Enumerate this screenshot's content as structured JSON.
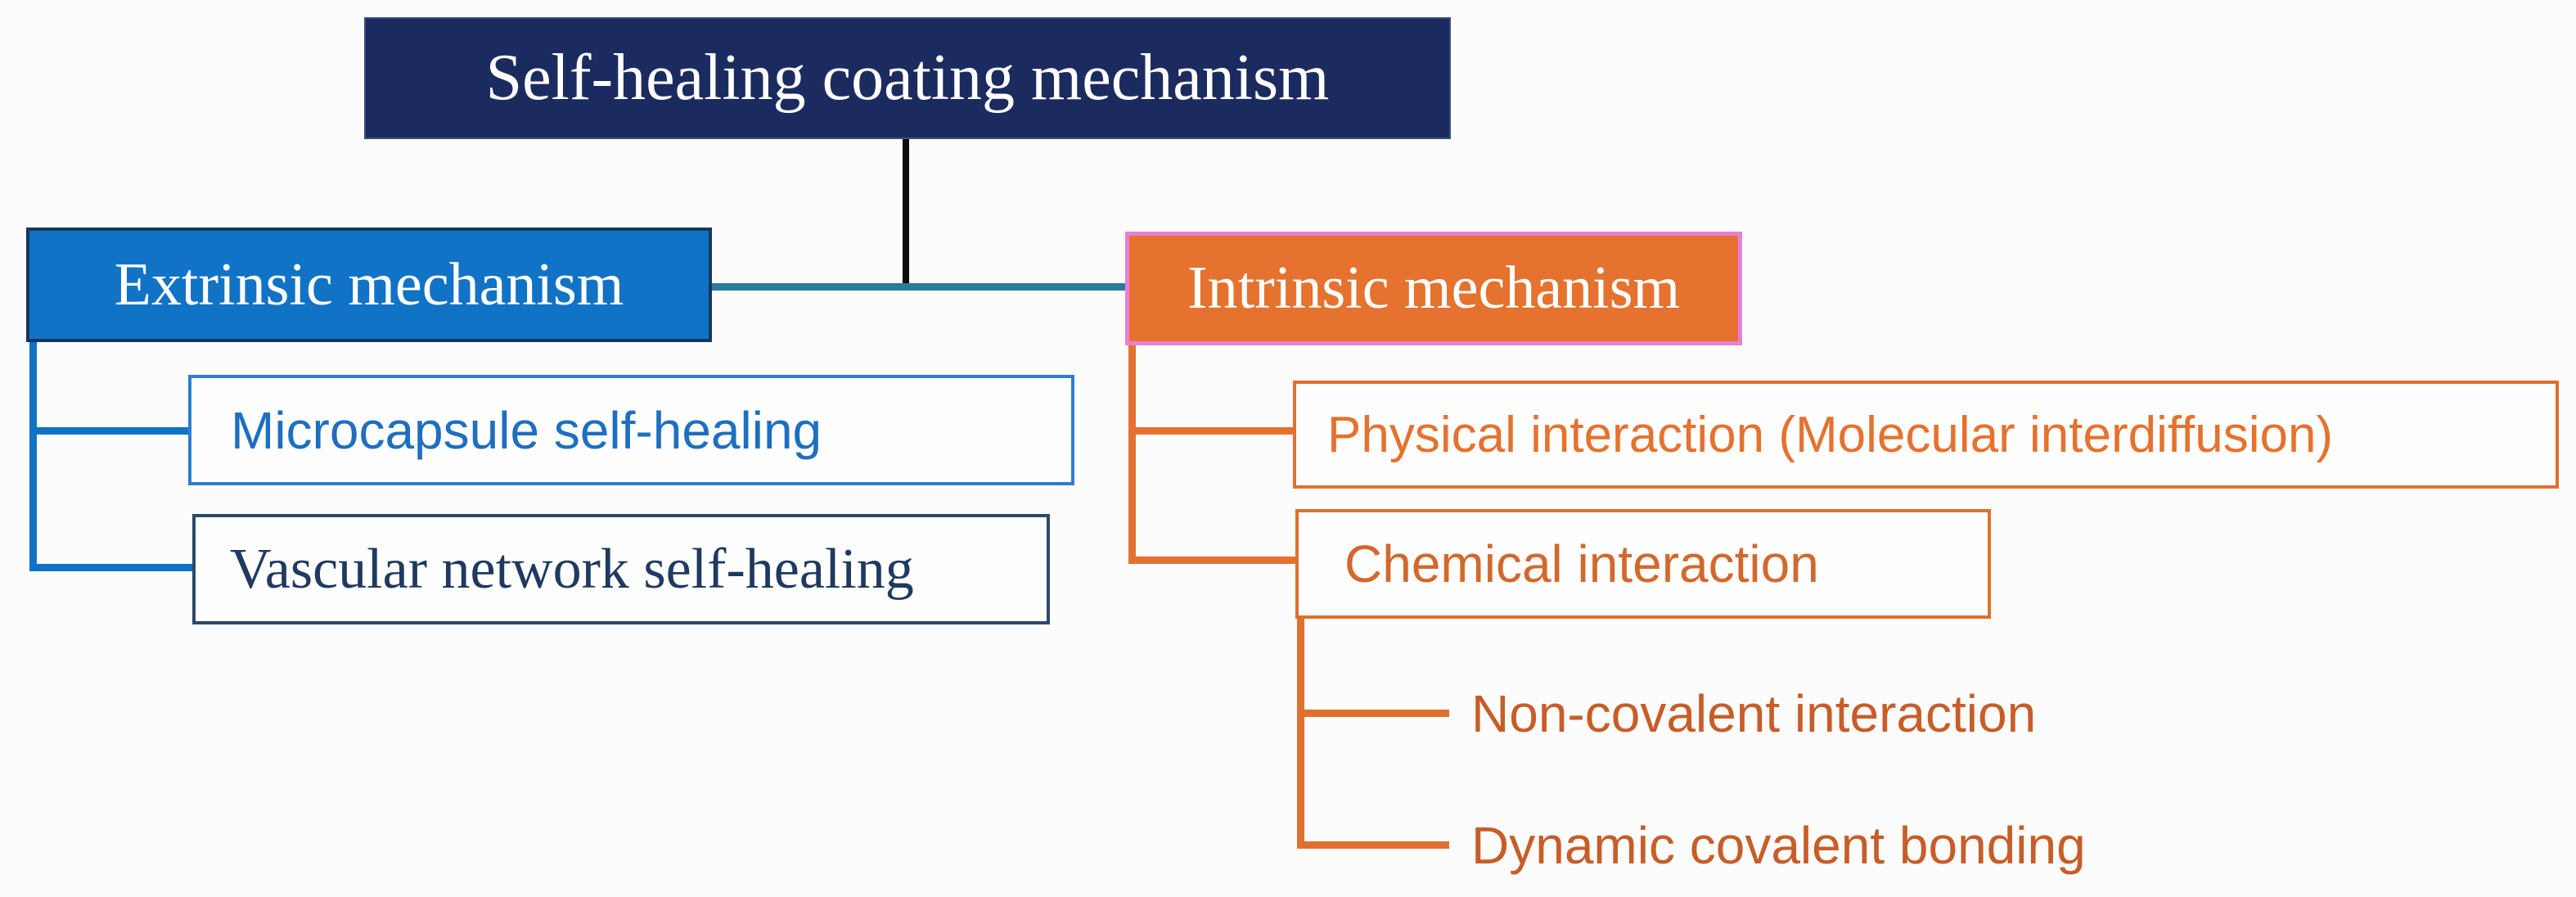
{
  "diagram": {
    "background_color": "#fcfcfc",
    "tree": {
      "root": {
        "label": "Self-healing coating mechanism",
        "fill": "#1c2b5f",
        "text_color": "#ffffff"
      },
      "extrinsic": {
        "label": "Extrinsic mechanism",
        "fill": "#1173c5",
        "text_color": "#ffffff",
        "children": {
          "microcapsule": {
            "label": "Microcapsule self-healing",
            "border_color": "#2e7ccf",
            "text_color": "#1d6fc0"
          },
          "vascular": {
            "label": "Vascular network self-healing",
            "border_color": "#2c4a68",
            "text_color": "#1f3a60"
          }
        }
      },
      "intrinsic": {
        "label": "Intrinsic mechanism",
        "fill": "#e5722e",
        "border_color": "#e77fd7",
        "text_color": "#ffffff",
        "children": {
          "physical": {
            "label": "Physical interaction (Molecular interdiffusion)",
            "border_color": "#e0702f",
            "text_color": "#e5722e"
          },
          "chemical": {
            "label": "Chemical interaction",
            "border_color": "#e0702f",
            "text_color": "#d3682c",
            "children": {
              "noncovalent": {
                "label": "Non-covalent interaction",
                "text_color": "#c75d28"
              },
              "dynamic": {
                "label": "Dynamic covalent bonding",
                "text_color": "#c75d28"
              }
            }
          }
        }
      }
    },
    "connectors": {
      "root_stem_color": "#0d0d0d",
      "level1_link_color": "#2b7a9c",
      "extrinsic_branch_color": "#1173c5",
      "intrinsic_branch_color": "#e5722e"
    }
  }
}
